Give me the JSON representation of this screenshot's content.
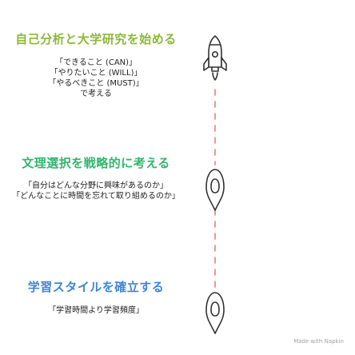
{
  "steps": [
    {
      "title": "自己分析と大学研究を始める",
      "title_color": "#8cb83a",
      "icon": "rocket-icon",
      "lines": [
        "「できること (CAN)」",
        "「やりたいこと (WILL)」",
        "「やるべきこと (MUST)」",
        "で考える"
      ]
    },
    {
      "title": "文理選択を戦略的に考える",
      "title_color": "#2fb66b",
      "icon": "map-pin-icon",
      "lines": [
        "「自分はどんな分野に興味があるのか」",
        "「どんなことに時間を忘れて取り組めるのか」"
      ]
    },
    {
      "title": "学習スタイルを確立する",
      "title_color": "#3f86d6",
      "icon": "map-pin-icon",
      "lines": [
        "「学習時間より学習頻度」"
      ]
    }
  ],
  "connector_color": "#f07a7a",
  "watermark": "Made with Napkin"
}
